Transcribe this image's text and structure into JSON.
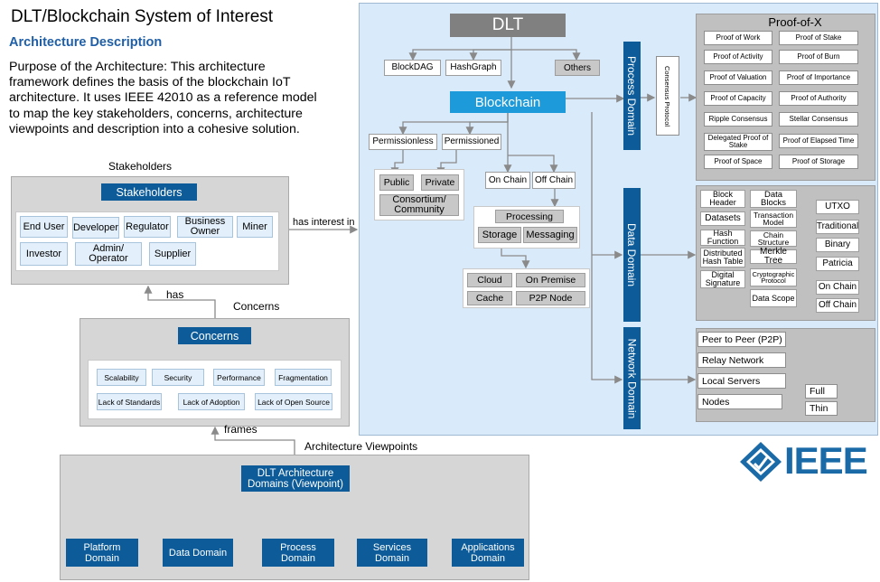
{
  "title": "DLT/Blockchain  System of Interest",
  "subtitle": "Architecture Description",
  "purpose": "Purpose of the Architecture: This architecture framework defines the basis of the blockchain IoT architecture.  It uses IEEE 42010 as a reference model to map the key stakeholders, concerns, architecture viewpoints and description into a cohesive solution.",
  "stakeholders": {
    "section_label": "Stakeholders",
    "header": "Stakeholders",
    "items": [
      "End User",
      "Developer",
      "Regulator",
      "Business Owner",
      "Miner",
      "Investor",
      "Admin/ Operator",
      "Supplier"
    ]
  },
  "relations": {
    "has_interest_in": "has interest in",
    "has": "has",
    "frames": "frames"
  },
  "concerns": {
    "section_label": "Concerns",
    "header": "Concerns",
    "items": [
      "Scalability",
      "Security",
      "Performance",
      "Fragmentation",
      "Lack of Standards",
      "Lack of Adoption",
      "Lack of Open Source"
    ]
  },
  "viewpoints": {
    "section_label": "Architecture Viewpoints",
    "header": "DLT Architecture Domains (Viewpoint)",
    "domains": [
      "Platform Domain",
      "Data Domain",
      "Process Domain",
      "Services Domain",
      "Applications Domain"
    ]
  },
  "dlt": {
    "title": "DLT",
    "types": [
      "BlockDAG",
      "HashGraph",
      "Others"
    ],
    "blockchain": "Blockchain",
    "permissionless": "Permissionless",
    "permissioned": "Permissioned",
    "public": "Public",
    "private": "Private",
    "consortium": "Consortium/ Community",
    "on_chain": "On Chain",
    "off_chain": "Off Chain",
    "processing": "Processing",
    "storage": "Storage",
    "messaging": "Messaging",
    "cloud": "Cloud",
    "on_premise": "On Premise",
    "cache": "Cache",
    "p2p_node": "P2P Node",
    "consensus_protocol": "Consensus Protocol"
  },
  "domains": {
    "process": "Process Domain",
    "data": "Data Domain",
    "network": "Network Domain"
  },
  "proof_of_x": {
    "header": "Proof-of-X",
    "items": [
      "Proof of Work",
      "Proof of Stake",
      "Proof of Activity",
      "Proof of Burn",
      "Proof of Valuation",
      "Proof of Importance",
      "Proof of Capacity",
      "Proof of Authority",
      "Ripple Consensus",
      "Stellar Consensus",
      "Delegated Proof of Stake",
      "Proof of Elapsed Time",
      "Proof of Space",
      "Proof of Storage"
    ]
  },
  "data_domain": {
    "col1": [
      "Block Header",
      "Datasets",
      "Hash Function",
      "Distributed Hash Table",
      "Digital Signature"
    ],
    "col2": [
      "Data Blocks",
      "Transaction Model",
      "Chain Structure",
      "Merkle Tree",
      "Cryptographic Protocol",
      "Data Scope"
    ],
    "col3": [
      "UTXO",
      "Traditional",
      "Binary",
      "Patricia",
      "On Chain",
      "Off Chain"
    ]
  },
  "network_domain": {
    "items": [
      "Peer to Peer (P2P)",
      "Relay Network",
      "Local Servers",
      "Nodes"
    ],
    "nodes": [
      "Full",
      "Thin"
    ]
  },
  "logo": {
    "text": "IEEE",
    "color": "#1a6aa8"
  }
}
